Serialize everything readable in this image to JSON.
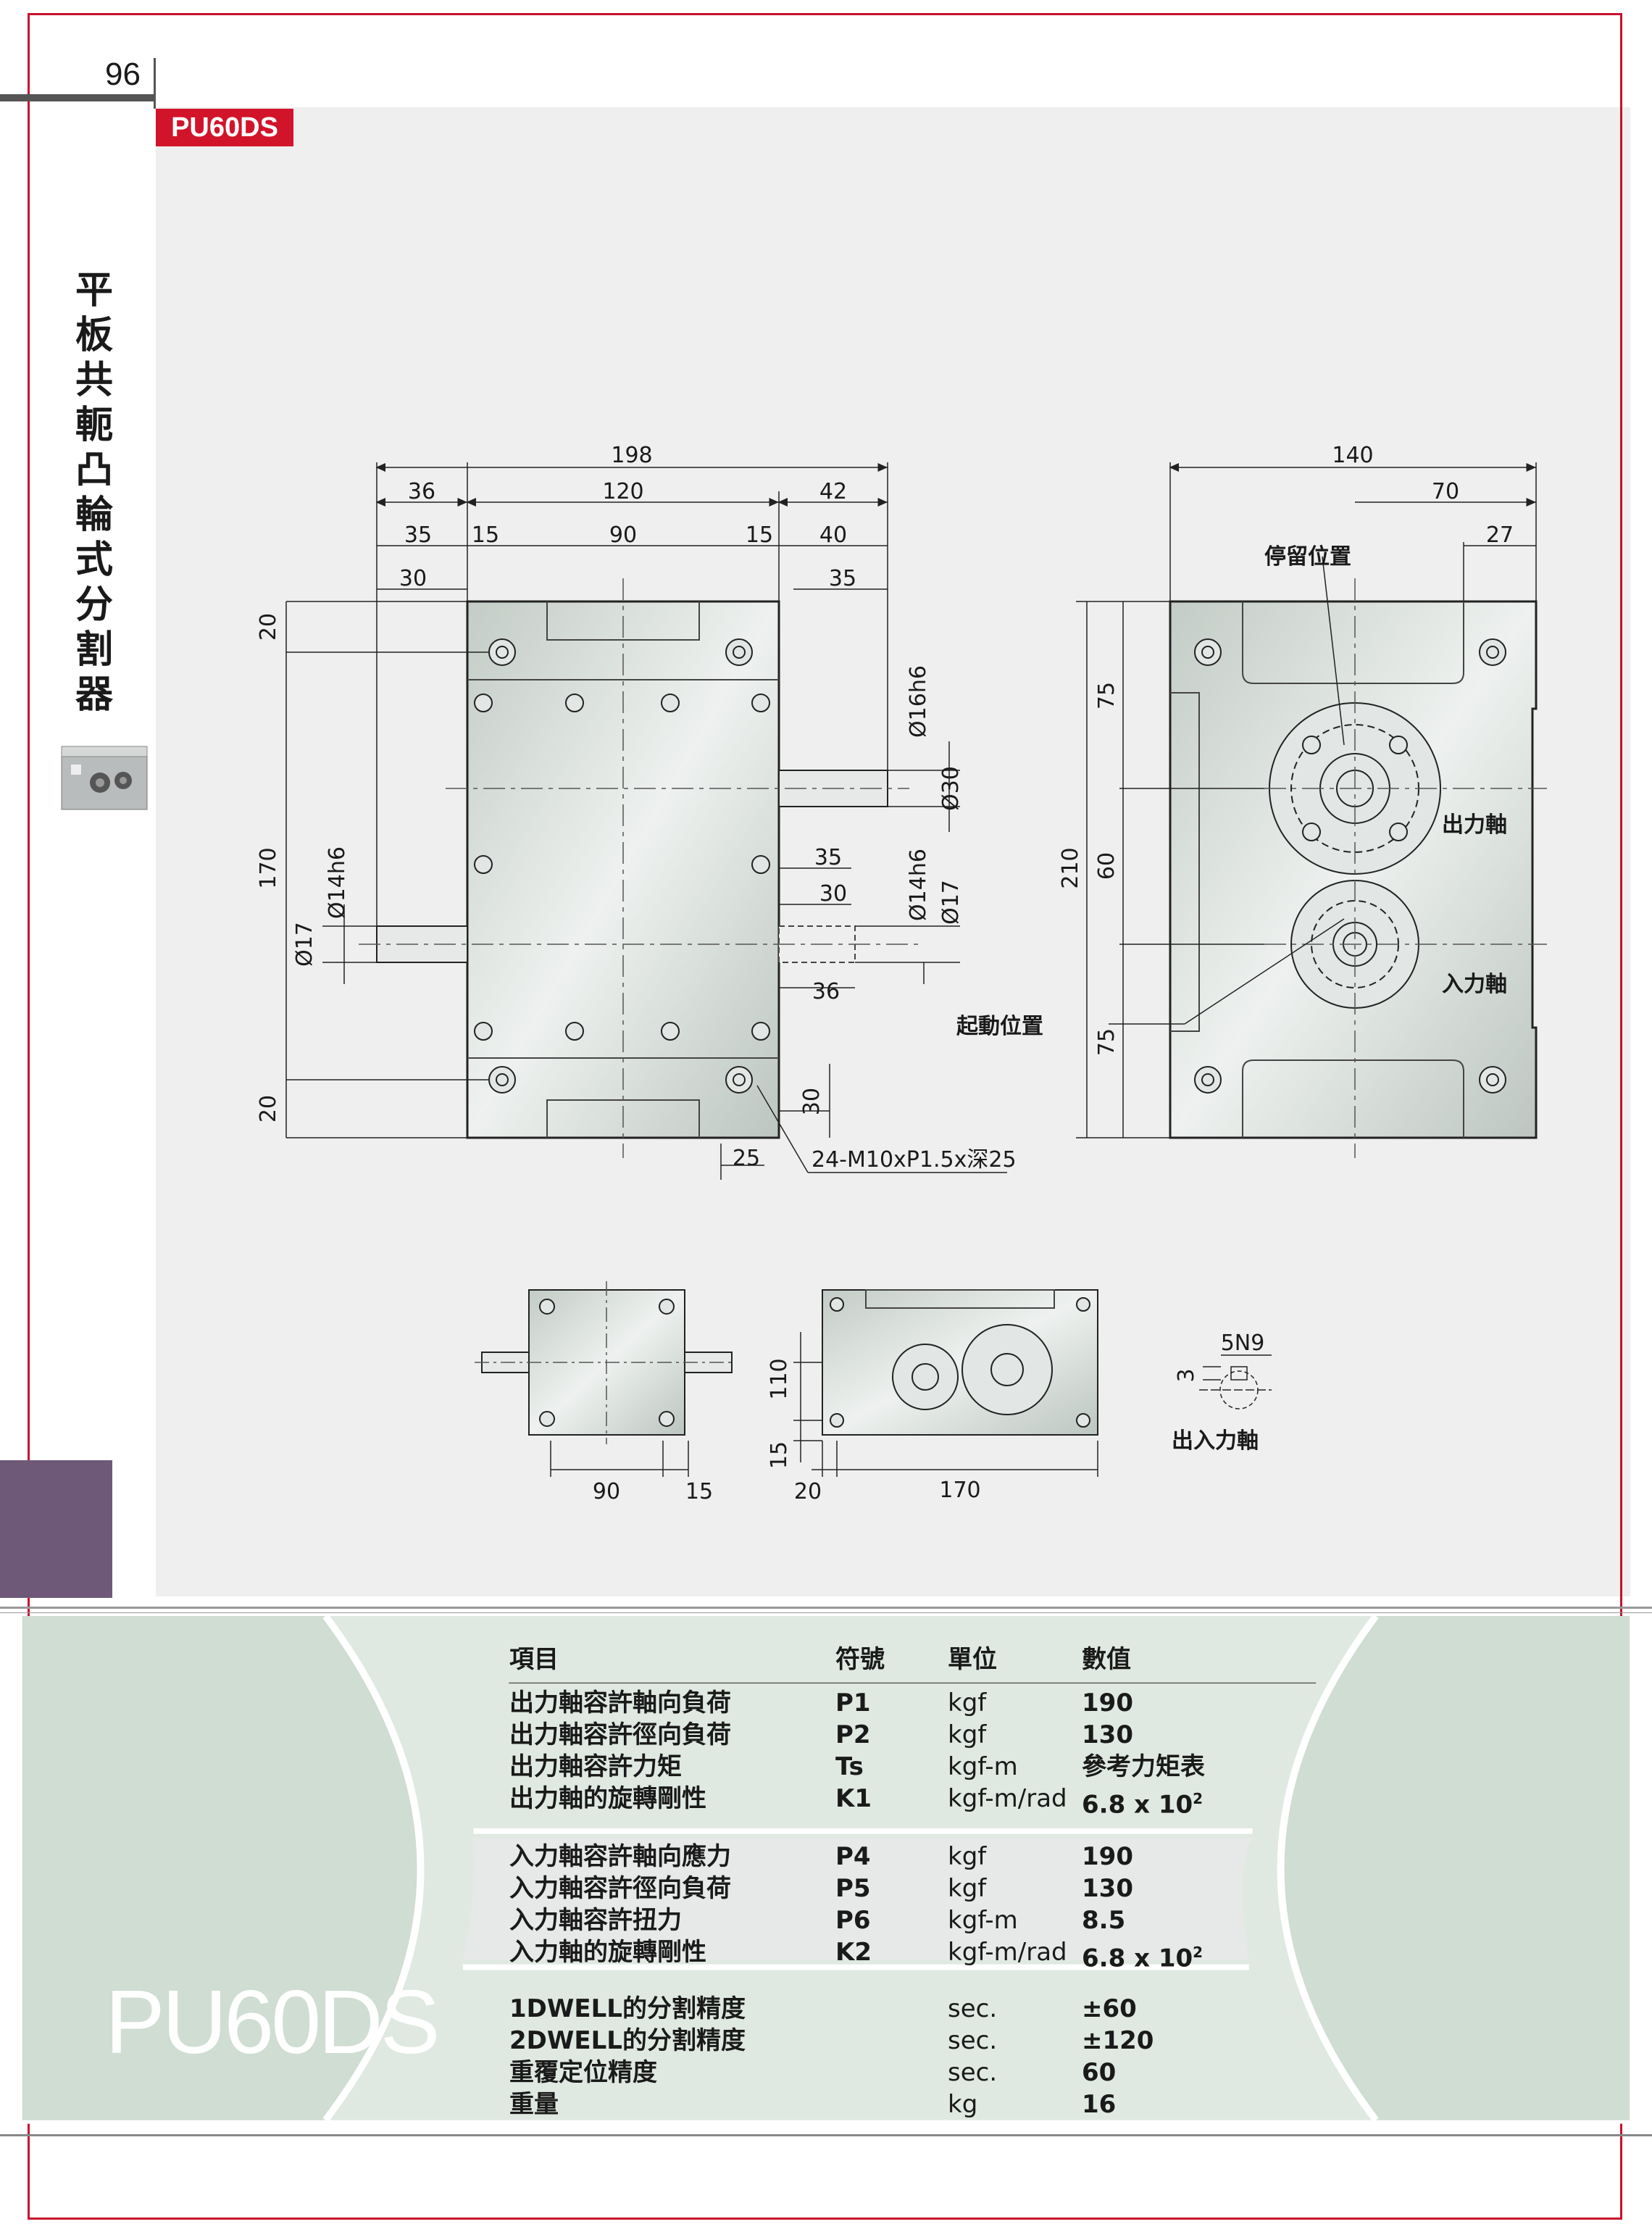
{
  "page": {
    "number": "96",
    "model_tag": "PU60DS"
  },
  "side_title": [
    "平",
    "板",
    "共",
    "軛",
    "凸",
    "輪",
    "式",
    "分",
    "割",
    "器"
  ],
  "drawing": {
    "dims_front": [
      "198",
      "36",
      "120",
      "42",
      "35",
      "15",
      "90",
      "15",
      "40",
      "30",
      "35",
      "20",
      "170",
      "20",
      "Ø14h6",
      "Ø17",
      "Ø16h6",
      "Ø30",
      "35",
      "30",
      "Ø14h6",
      "Ø17",
      "36",
      "30",
      "25",
      "24-M10xP1.5x深25"
    ],
    "dims_side": [
      "140",
      "70",
      "27",
      "75",
      "60",
      "75",
      "210"
    ],
    "labels": {
      "dwell": "停留位置",
      "output": "出力軸",
      "start": "起動位置",
      "input": "入力軸",
      "io_shaft": "出入力軸"
    },
    "dims_small": [
      "90",
      "15",
      "110",
      "15",
      "20",
      "170",
      "5N9",
      "3"
    ]
  },
  "spec": {
    "headers": {
      "item": "項目",
      "symbol": "符號",
      "unit": "單位",
      "value": "數值"
    },
    "group1": [
      {
        "item": "出力軸容許軸向負荷",
        "symbol": "P1",
        "unit": "kgf",
        "value": "190"
      },
      {
        "item": "出力軸容許徑向負荷",
        "symbol": "P2",
        "unit": "kgf",
        "value": "130"
      },
      {
        "item": "出力軸容許力矩",
        "symbol": "Ts",
        "unit": "kgf-m",
        "value": "參考力矩表"
      },
      {
        "item": "出力軸的旋轉剛性",
        "symbol": "K1",
        "unit": "kgf-m/rad",
        "value": "6.8 x 10",
        "exp": "2"
      }
    ],
    "group2": [
      {
        "item": "入力軸容許軸向應力",
        "symbol": "P4",
        "unit": "kgf",
        "value": "190"
      },
      {
        "item": "入力軸容許徑向負荷",
        "symbol": "P5",
        "unit": "kgf",
        "value": "130"
      },
      {
        "item": "入力軸容許扭力",
        "symbol": "P6",
        "unit": "kgf-m",
        "value": "8.5"
      },
      {
        "item": "入力軸的旋轉剛性",
        "symbol": "K2",
        "unit": "kgf-m/rad",
        "value": "6.8 x 10",
        "exp": "2"
      }
    ],
    "group3": [
      {
        "item": "1DWELL的分割精度",
        "symbol": "",
        "unit": "sec.",
        "value": "±60"
      },
      {
        "item": "2DWELL的分割精度",
        "symbol": "",
        "unit": "sec.",
        "value": "±120"
      },
      {
        "item": "重覆定位精度",
        "symbol": "",
        "unit": "sec.",
        "value": "60"
      },
      {
        "item": "重量",
        "symbol": "",
        "unit": "kg",
        "value": "16"
      }
    ],
    "big_model": "PU60DS"
  },
  "colors": {
    "frame_red": "#c8102e",
    "tag_red": "#d2142a",
    "purple": "#6e5a78",
    "panel_gray": "#efefef",
    "mint": "#d8e6dc"
  }
}
